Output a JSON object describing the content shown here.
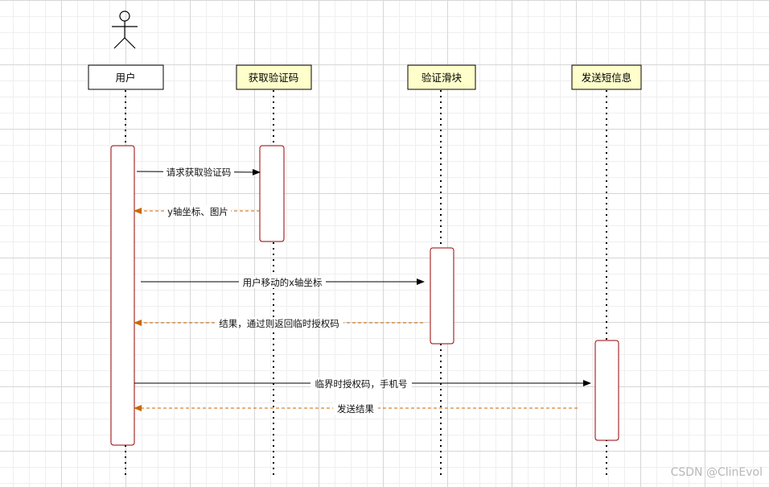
{
  "participants": [
    {
      "name": "用户"
    },
    {
      "name": "获取验证码"
    },
    {
      "name": "验证滑块"
    },
    {
      "name": "发送短信息"
    }
  ],
  "messages": [
    {
      "text": "请求获取验证码",
      "type": "call"
    },
    {
      "text": "y轴坐标、图片",
      "type": "return"
    },
    {
      "text": "用户移动的x轴坐标",
      "type": "call"
    },
    {
      "text": "结果，通过则返回临时授权码",
      "type": "return"
    },
    {
      "text": "临界时授权码，手机号",
      "type": "call"
    },
    {
      "text": "发送结果",
      "type": "return"
    }
  ],
  "watermark": "CSDN @ClinEvol",
  "colors": {
    "participant_fill": "#ffffcc",
    "activation_border": "#990000",
    "return_arrow": "#cc6600",
    "call_arrow": "#000000"
  }
}
